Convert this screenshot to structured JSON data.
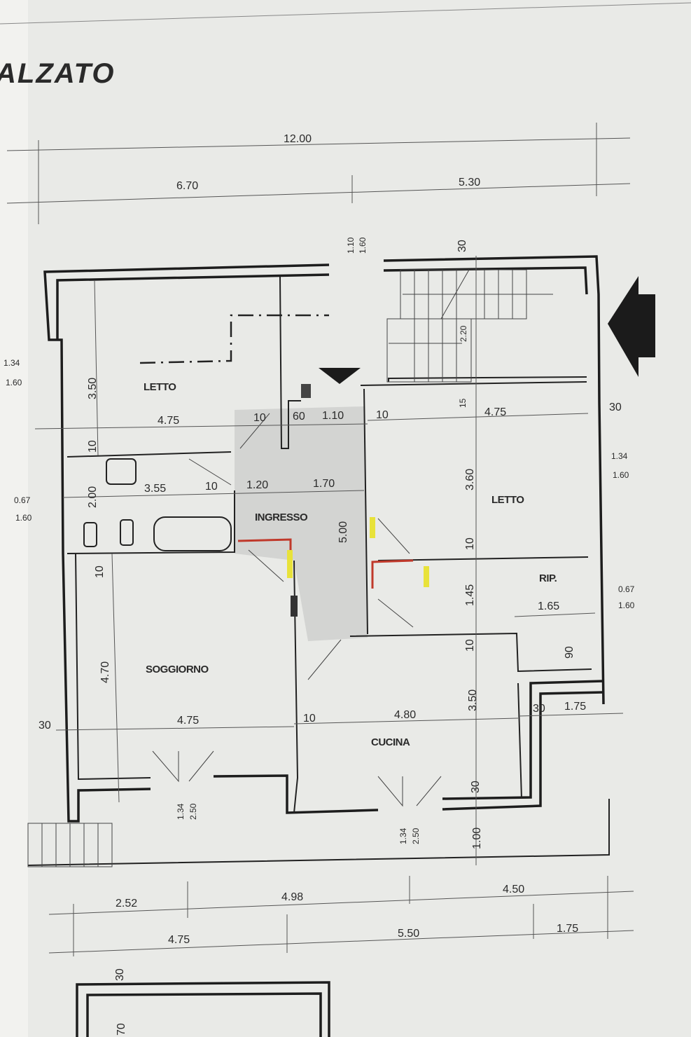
{
  "title": "ALZATO",
  "rooms": {
    "letto_1": "LETTO",
    "letto_2": "LETTO",
    "ingresso": "INGRESSO",
    "soggiorno": "SOGGIORNO",
    "cucina": "CUCINA",
    "ripostiglio": "RIP."
  },
  "dims_top": {
    "total": "12.00",
    "left": "6.70",
    "right": "5.30"
  },
  "dims_bottom": {
    "a": "2.52",
    "b": "4.98",
    "c": "4.50",
    "d": "4.75",
    "e": "5.50",
    "f": "1.75"
  },
  "windows": {
    "top_w": "1.10",
    "top_h": "1.60",
    "left1_w": "1.34",
    "left1_h": "1.60",
    "left2_w": "0.67",
    "left2_h": "1.60",
    "right1_w": "1.34",
    "right1_h": "1.60",
    "right2_w": "0.67",
    "right2_h": "1.60",
    "door1_w": "1.34",
    "door1_h": "2.50",
    "door2_w": "1.34",
    "door2_h": "2.50"
  },
  "dims": {
    "letto1_h": "3.50",
    "letto1_w": "4.75",
    "wall_10a": "10",
    "d60": "60",
    "d110": "1.10",
    "wall_10b": "10",
    "letto2_w": "4.75",
    "wall_15": "15",
    "wall_30r": "30",
    "wall_30top": "30",
    "stair": "2.20",
    "bagno_wall": "10",
    "bagno_h": "2.00",
    "bagno_w": "3.55",
    "wall_10c": "10",
    "d120": "1.20",
    "d170": "1.70",
    "ingresso_h": "5.00",
    "letto2_h": "3.60",
    "wall_10d": "10",
    "rip_h": "1.45",
    "rip_w": "1.65",
    "sogg_wall": "10",
    "sogg_h": "4.70",
    "wall_30l": "30",
    "sogg_w": "4.75",
    "wall_10e": "10",
    "cucina_w": "4.80",
    "cucina_h": "3.50",
    "wall_10f": "10",
    "d90": "90",
    "wall_30c": "30",
    "d175": "1.75",
    "wall_30d": "30",
    "d100": "1.00",
    "lower_30": "30",
    "lower_70": "70"
  },
  "colors": {
    "wall": "#1d1d1d",
    "paper": "#e9eae7",
    "ingresso_fill": "#d3d4d2",
    "highlight_yellow": "#e8e23a",
    "highlight_red": "#c0392b"
  }
}
